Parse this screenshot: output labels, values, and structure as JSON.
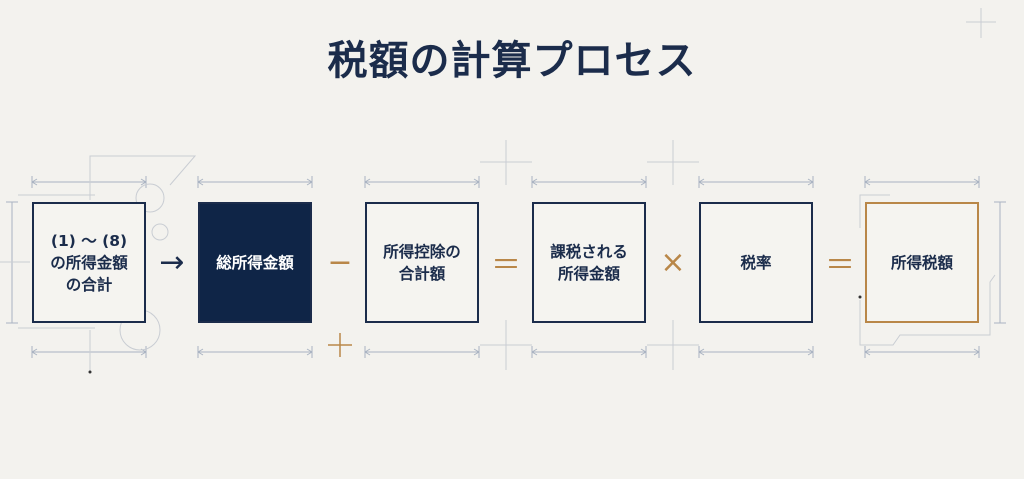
{
  "title": "税額の計算プロセス",
  "boxes": [
    {
      "label": "(1) ～ (8)\nの所得金額\nの合計",
      "lines": [
        "(1) ～ (8)",
        "の所得金額",
        "の合計"
      ]
    },
    {
      "label": "総所得金額"
    },
    {
      "lines": [
        "所得控除の",
        "合計額"
      ]
    },
    {
      "lines": [
        "課税される",
        "所得金額"
      ]
    },
    {
      "label": "税率"
    },
    {
      "label": "所得税額"
    }
  ],
  "operators": [
    "→",
    "−",
    "＝",
    "×",
    "＝"
  ],
  "colors": {
    "navy": "#1b2c4b",
    "dark_fill": "#0f2547",
    "gold": "#b98748",
    "background": "#f3f2ee"
  }
}
